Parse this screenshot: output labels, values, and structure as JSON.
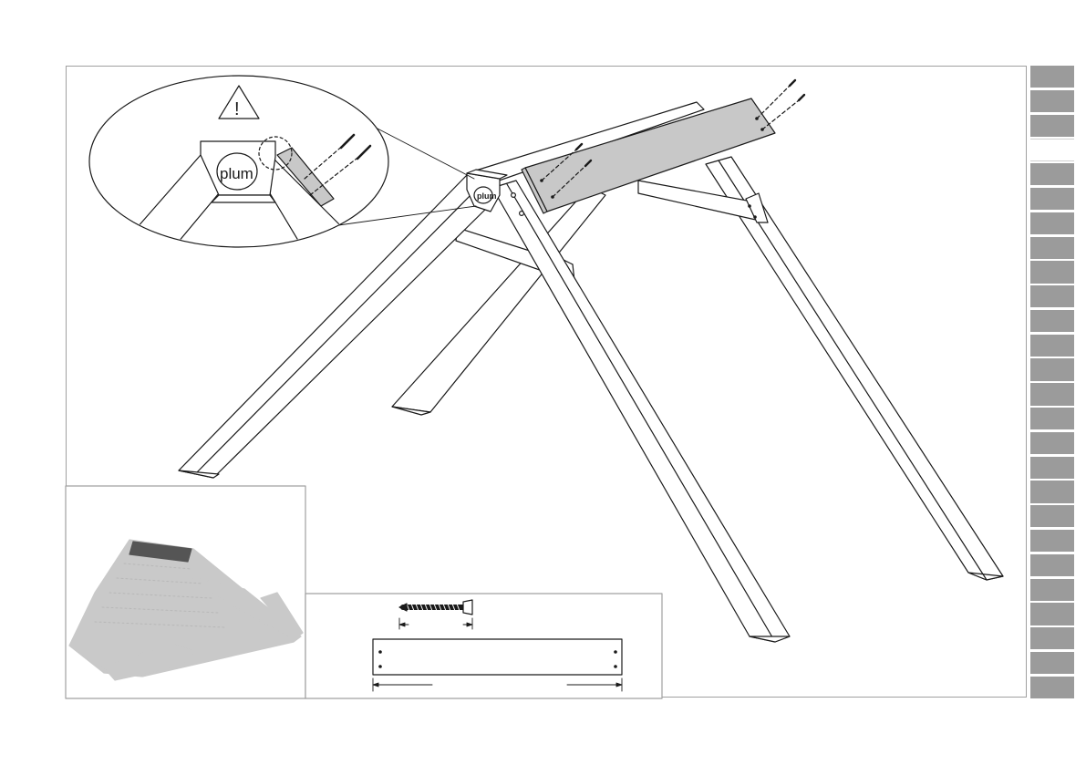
{
  "manual": {
    "brand": "plum",
    "warning_symbol": "!",
    "step_tabs": {
      "count": 26,
      "active_index": 3,
      "inactive_color": "#9b9b9b",
      "active_color": "#ffffff"
    },
    "colors": {
      "line": "#1a1a1a",
      "plank_fill": "#c8c8c8",
      "preview_fill": "#c9c9c9",
      "preview_highlight": "#555555",
      "frame_border": "#a0a0a0"
    },
    "icons": [
      "warning-triangle-icon",
      "screw-icon",
      "plum-logo-icon"
    ]
  }
}
